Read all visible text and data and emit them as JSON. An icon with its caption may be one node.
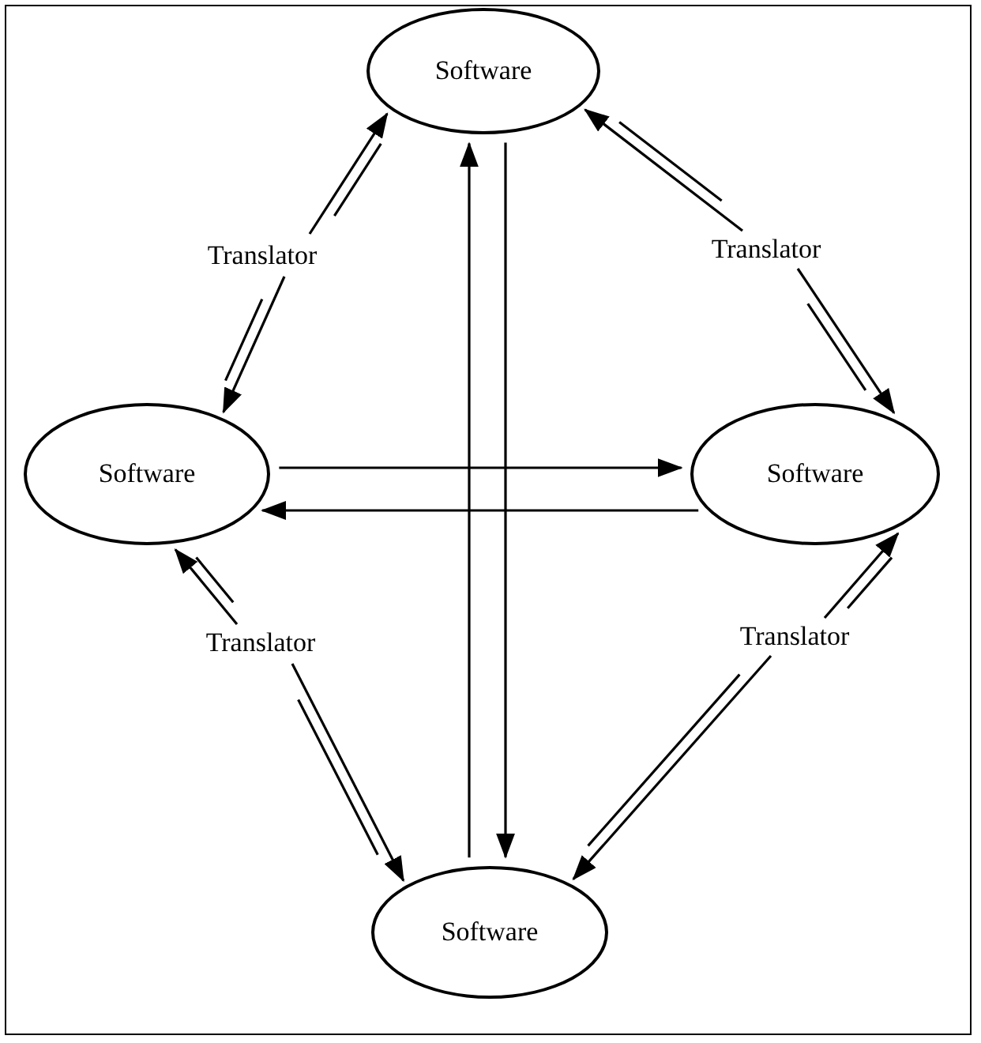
{
  "diagram": {
    "nodes": [
      {
        "text": [
          "Software"
        ]
      },
      {
        "text": [
          "Translator"
        ]
      },
      {
        "text": [
          "Translator"
        ]
      },
      {
        "text": [
          "Software"
        ]
      },
      {
        "text": [
          "Software"
        ]
      },
      {
        "text": [
          "Translator"
        ]
      },
      {
        "text": [
          "Translator"
        ]
      },
      {
        "text": [
          "Software"
        ]
      }
    ],
    "edges": [
      {
        "from": 1,
        "to": 0,
        "arrow": "to"
      },
      {
        "from": 1,
        "to": 3,
        "arrow": "to"
      },
      {
        "from": 2,
        "to": 0,
        "arrow": "to"
      },
      {
        "from": 2,
        "to": 4,
        "arrow": "to"
      },
      {
        "from": 3,
        "to": 4,
        "arrow": "to"
      },
      {
        "from": 4,
        "to": 3,
        "arrow": "to"
      },
      {
        "from": 7,
        "to": 0,
        "arrow": "to"
      },
      {
        "from": 0,
        "to": 7,
        "arrow": "to"
      },
      {
        "from": 5,
        "to": 3,
        "arrow": "to"
      },
      {
        "from": 5,
        "to": 7,
        "arrow": "to"
      },
      {
        "from": 6,
        "to": 4,
        "arrow": "to"
      },
      {
        "from": 6,
        "to": 7,
        "arrow": "to"
      }
    ]
  }
}
